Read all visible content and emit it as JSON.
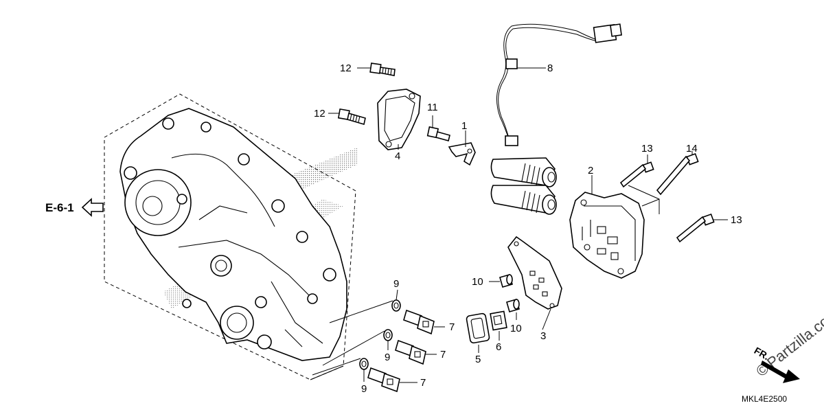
{
  "diagram": {
    "reference_code": "MKL4E2500",
    "reference_arrow_label": "E-6-1",
    "direction_label": "FR.",
    "watermark": "Partzilla.com",
    "watermark_symbol": "©"
  },
  "callouts": [
    {
      "id": "c1",
      "label": "1"
    },
    {
      "id": "c2",
      "label": "2"
    },
    {
      "id": "c3",
      "label": "3"
    },
    {
      "id": "c4",
      "label": "4"
    },
    {
      "id": "c5",
      "label": "5"
    },
    {
      "id": "c6",
      "label": "6"
    },
    {
      "id": "c7a",
      "label": "7"
    },
    {
      "id": "c7b",
      "label": "7"
    },
    {
      "id": "c7c",
      "label": "7"
    },
    {
      "id": "c8",
      "label": "8"
    },
    {
      "id": "c9a",
      "label": "9"
    },
    {
      "id": "c9b",
      "label": "9"
    },
    {
      "id": "c9c",
      "label": "9"
    },
    {
      "id": "c10a",
      "label": "10"
    },
    {
      "id": "c10b",
      "label": "10"
    },
    {
      "id": "c11",
      "label": "11"
    },
    {
      "id": "c12a",
      "label": "12"
    },
    {
      "id": "c12b",
      "label": "12"
    },
    {
      "id": "c13a",
      "label": "13"
    },
    {
      "id": "c13b",
      "label": "13"
    },
    {
      "id": "c14",
      "label": "14"
    }
  ],
  "colors": {
    "line": "#000000",
    "background": "#ffffff",
    "watermark": "#444444"
  }
}
